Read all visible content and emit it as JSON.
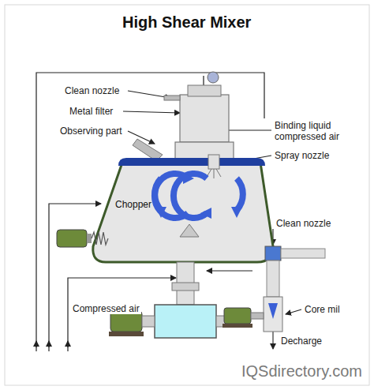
{
  "diagram": {
    "title": "High Shear Mixer",
    "labels": [
      "Clean nozzle",
      "Metal filter",
      "Observing part",
      "Binding liquid compressed air",
      "Spray nozzle",
      "Chopper",
      "Clean nozzle",
      "Compressed air",
      "Core mil",
      "Decharge",
      "IQSdirectory.com"
    ]
  }
}
